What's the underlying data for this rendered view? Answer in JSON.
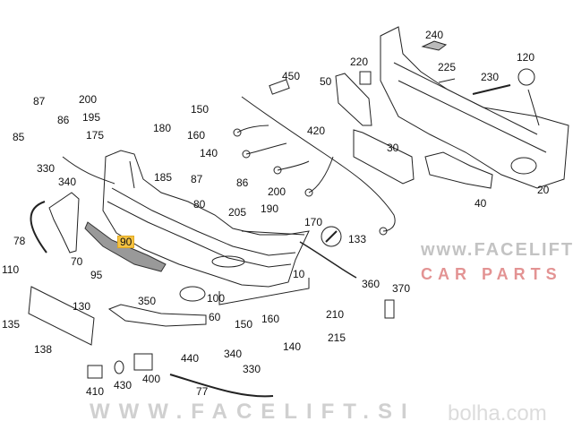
{
  "diagram": {
    "title": "Front bumper exploded parts diagram",
    "highlighted_part": "90",
    "highlight_color": "#f5c242",
    "parts": [
      {
        "id": "p87a",
        "label": "87"
      },
      {
        "id": "p86a",
        "label": "86"
      },
      {
        "id": "p85",
        "label": "85"
      },
      {
        "id": "p200a",
        "label": "200"
      },
      {
        "id": "p195",
        "label": "195"
      },
      {
        "id": "p175",
        "label": "175"
      },
      {
        "id": "p180",
        "label": "180"
      },
      {
        "id": "p150a",
        "label": "150"
      },
      {
        "id": "p160a",
        "label": "160"
      },
      {
        "id": "p140a",
        "label": "140"
      },
      {
        "id": "p185",
        "label": "185"
      },
      {
        "id": "p450",
        "label": "450"
      },
      {
        "id": "p50",
        "label": "50"
      },
      {
        "id": "p220",
        "label": "220"
      },
      {
        "id": "p240",
        "label": "240"
      },
      {
        "id": "p225",
        "label": "225"
      },
      {
        "id": "p230",
        "label": "230"
      },
      {
        "id": "p120",
        "label": "120"
      },
      {
        "id": "p420",
        "label": "420"
      },
      {
        "id": "p30",
        "label": "30"
      },
      {
        "id": "p40",
        "label": "40"
      },
      {
        "id": "p20",
        "label": "20"
      },
      {
        "id": "p330a",
        "label": "330"
      },
      {
        "id": "p340a",
        "label": "340"
      },
      {
        "id": "p87b",
        "label": "87"
      },
      {
        "id": "p86b",
        "label": "86"
      },
      {
        "id": "p200b",
        "label": "200"
      },
      {
        "id": "p80",
        "label": "80"
      },
      {
        "id": "p205",
        "label": "205"
      },
      {
        "id": "p190",
        "label": "190"
      },
      {
        "id": "p170",
        "label": "170"
      },
      {
        "id": "p133",
        "label": "133"
      },
      {
        "id": "p78",
        "label": "78"
      },
      {
        "id": "p70",
        "label": "70"
      },
      {
        "id": "p90",
        "label": "90"
      },
      {
        "id": "p95",
        "label": "95"
      },
      {
        "id": "p110",
        "label": "110"
      },
      {
        "id": "p10",
        "label": "10"
      },
      {
        "id": "p360",
        "label": "360"
      },
      {
        "id": "p370",
        "label": "370"
      },
      {
        "id": "p130",
        "label": "130"
      },
      {
        "id": "p350",
        "label": "350"
      },
      {
        "id": "p100",
        "label": "100"
      },
      {
        "id": "p60",
        "label": "60"
      },
      {
        "id": "p135",
        "label": "135"
      },
      {
        "id": "p138",
        "label": "138"
      },
      {
        "id": "p150b",
        "label": "150"
      },
      {
        "id": "p160b",
        "label": "160"
      },
      {
        "id": "p140b",
        "label": "140"
      },
      {
        "id": "p210",
        "label": "210"
      },
      {
        "id": "p215",
        "label": "215"
      },
      {
        "id": "p440",
        "label": "440"
      },
      {
        "id": "p340b",
        "label": "340"
      },
      {
        "id": "p330b",
        "label": "330"
      },
      {
        "id": "p410",
        "label": "410"
      },
      {
        "id": "p430",
        "label": "430"
      },
      {
        "id": "p400",
        "label": "400"
      },
      {
        "id": "p77",
        "label": "77"
      }
    ]
  },
  "watermarks": {
    "diagonal_site": "www.FACELIFT.si",
    "diagonal_tag": "CAR PARTS",
    "bottom_site": "WWW.FACELIFT.SI",
    "bolha": "bolha.com",
    "gray_color": "#c8c8c8",
    "red_color": "#e8a0a0"
  }
}
